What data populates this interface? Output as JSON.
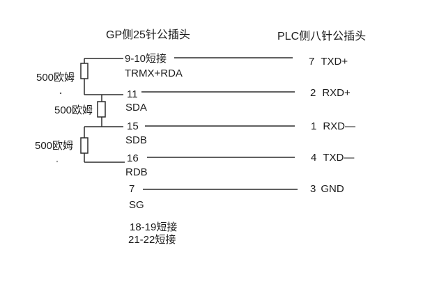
{
  "diagram": {
    "gp_header": "GP侧25针公插头",
    "plc_header": "PLC侧八针公插头",
    "resistors": [
      {
        "label": "500欧姆"
      },
      {
        "label": "500欧姆"
      },
      {
        "label": "500欧姆"
      }
    ],
    "rows": [
      {
        "gp_pin": "9-10短接",
        "gp_signal": "TRMX+RDA",
        "plc_pin": "7",
        "plc_signal": "TXD+"
      },
      {
        "gp_pin": "11",
        "gp_signal": "SDA",
        "plc_pin": "2",
        "plc_signal": "RXD+"
      },
      {
        "gp_pin": "15",
        "gp_signal": "SDB",
        "plc_pin": "1",
        "plc_signal": "RXD—"
      },
      {
        "gp_pin": "16",
        "gp_signal": "RDB",
        "plc_pin": "4",
        "plc_signal": "TXD—"
      },
      {
        "gp_pin": "7",
        "gp_signal": "SG",
        "plc_pin": "3",
        "plc_signal": "GND"
      }
    ],
    "notes": [
      "18-19短接",
      "21-22短接"
    ],
    "colors": {
      "line": "#2b2b2b",
      "text": "#1c1c1c",
      "background": "#ffffff"
    }
  }
}
